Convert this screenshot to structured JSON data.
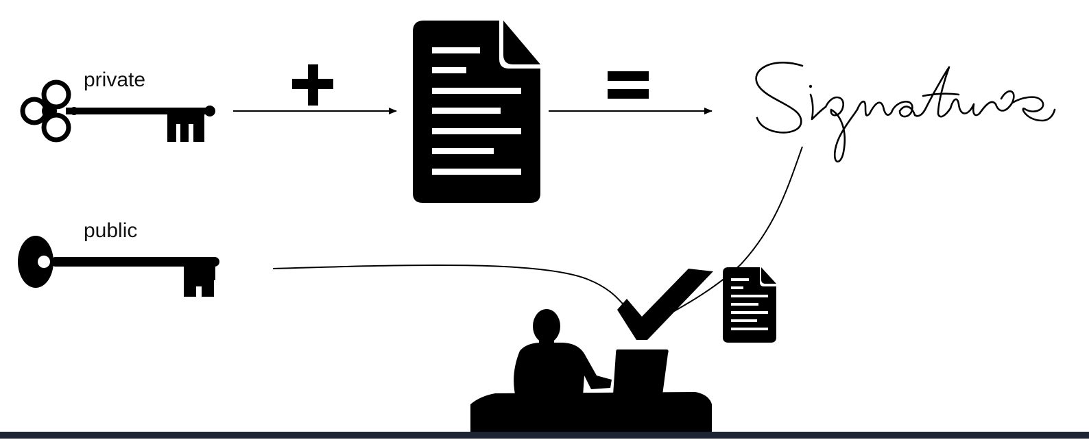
{
  "keys": {
    "private_label": "private",
    "public_label": "public"
  },
  "signature": {
    "text": "Signature"
  },
  "icons": {
    "private_key": "private-key-icon",
    "public_key": "public-key-icon",
    "document": "document-icon",
    "small_document": "document-icon",
    "plus": "plus-icon",
    "equals": "equals-icon",
    "check": "checkmark-icon",
    "person": "person-at-laptop-icon"
  },
  "colors": {
    "ink": "#000000",
    "background": "#ffffff",
    "bottom_bar": "#1d2433"
  }
}
